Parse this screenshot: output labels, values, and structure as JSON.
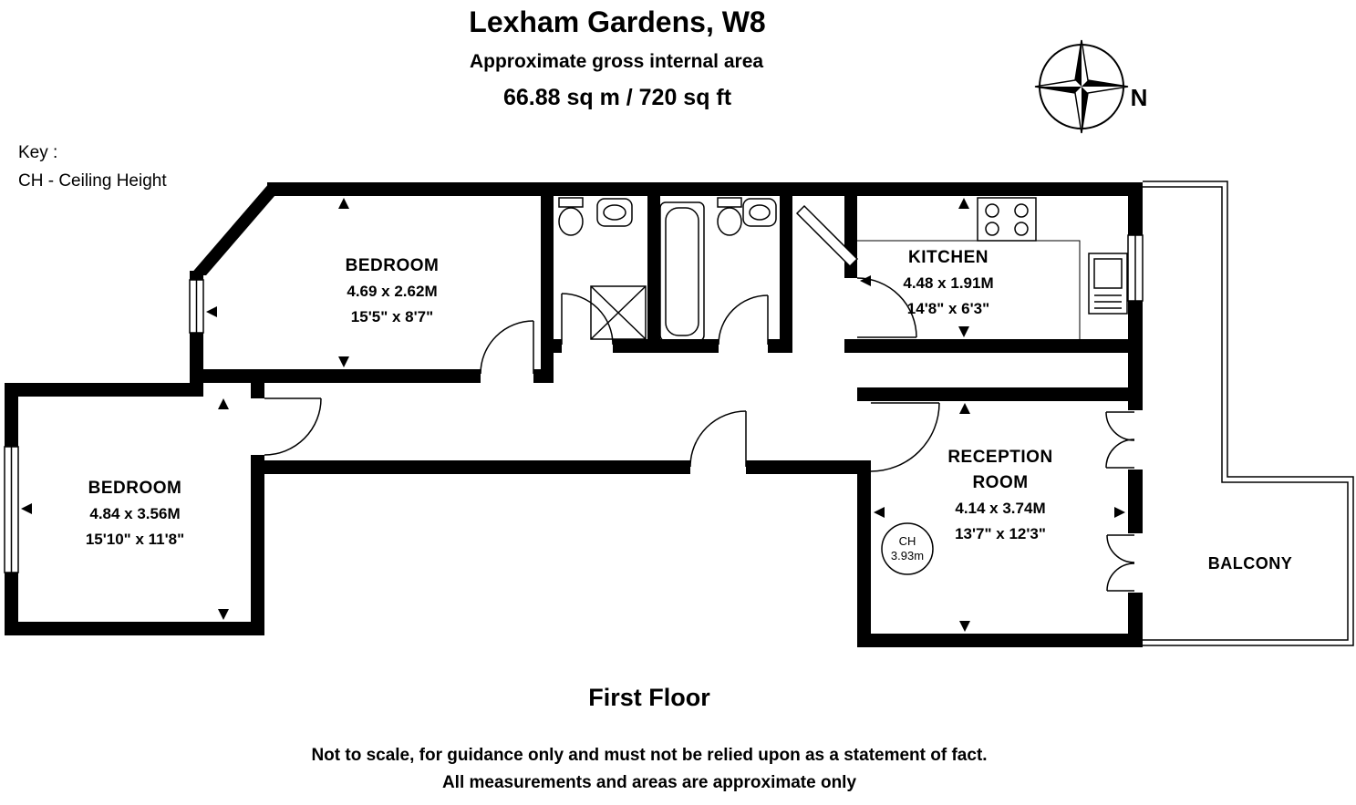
{
  "header": {
    "title": "Lexham Gardens, W8",
    "subtitle": "Approximate gross internal area",
    "area": "66.88 sq m / 720 sq ft"
  },
  "compass": {
    "north_label": "N"
  },
  "key": {
    "line1": "Key :",
    "line2": "CH - Ceiling Height"
  },
  "rooms": {
    "bedroom1": {
      "name": "BEDROOM",
      "metric": "4.69 x 2.62M",
      "imperial": "15'5\" x 8'7\""
    },
    "kitchen": {
      "name": "KITCHEN",
      "metric": "4.48 x 1.91M",
      "imperial": "14'8\" x 6'3\""
    },
    "bedroom2": {
      "name": "BEDROOM",
      "metric": "4.84 x 3.56M",
      "imperial": "15'10\" x 11'8\""
    },
    "reception": {
      "name_line1": "RECEPTION",
      "name_line2": "ROOM",
      "metric": "4.14 x 3.74M",
      "imperial": "13'7\" x 12'3\""
    },
    "balcony": {
      "name": "BALCONY"
    }
  },
  "ceiling_height_badge": {
    "label": "CH",
    "value": "3.93m"
  },
  "floor_label": "First Floor",
  "disclaimer": {
    "line1": "Not to scale, for guidance only and must not be relied upon as a statement of fact.",
    "line2": "All measurements and areas are approximate only"
  },
  "icons": {
    "compass": "compass-rose",
    "toilet": "toilet-top-view",
    "basin": "wash-basin",
    "shower": "shower-tray",
    "bathtub": "bathtub",
    "stove": "stove-4-burner",
    "kitchen_sink": "kitchen-sink"
  },
  "colors": {
    "wall": "#000000",
    "background": "#ffffff",
    "line": "#000000"
  }
}
